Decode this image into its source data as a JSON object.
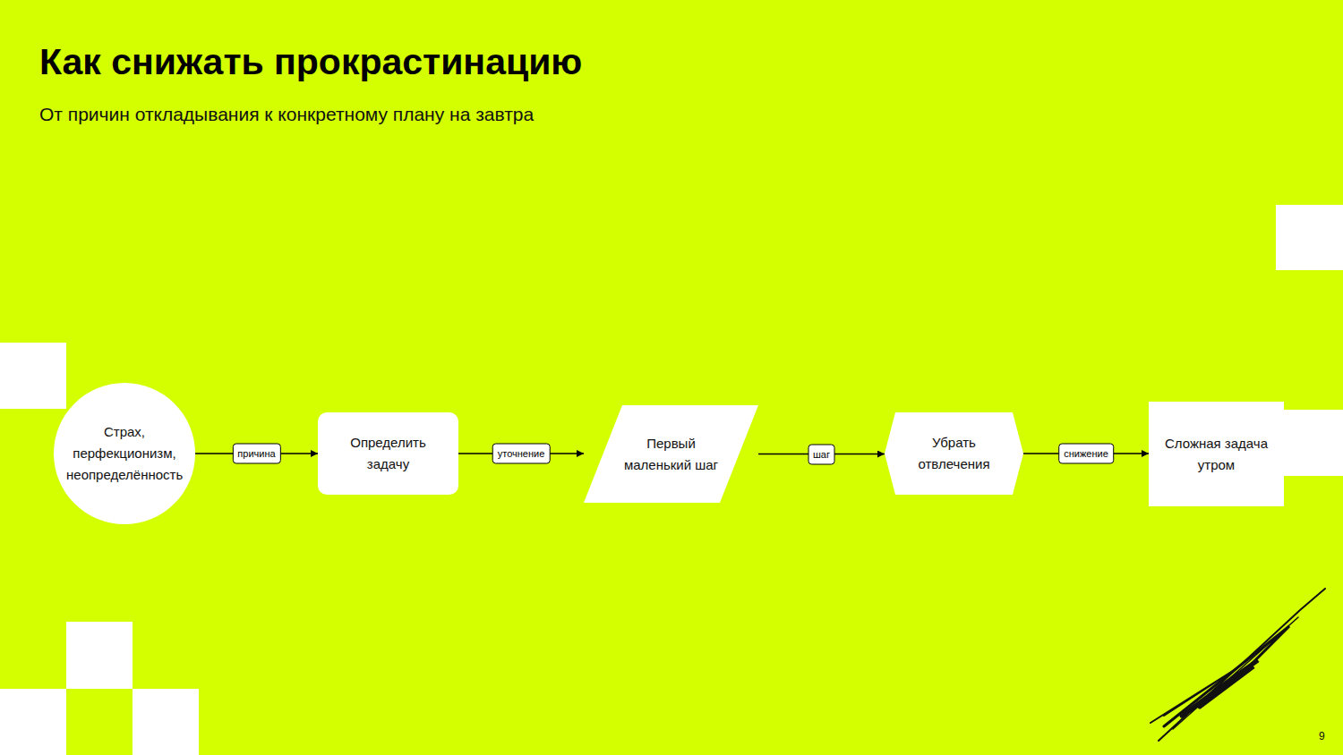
{
  "diagram": {
    "title": "Как снижать прокрастинацию",
    "caption": "От причин откладывания к конкретному плану на завтра",
    "nodes": [
      {
        "text": [
          "Страх, перфекционизм, неопределённость"
        ]
      },
      {
        "text": [
          "Определить задачу"
        ]
      },
      {
        "text": [
          "Первый маленький шаг"
        ]
      },
      {
        "text": [
          "Убрать отвлечения"
        ]
      },
      {
        "text": [
          "Сложная задача утром"
        ]
      }
    ],
    "edges": [
      {
        "from": 0,
        "to": 1,
        "label": "причина",
        "arrow": "to"
      },
      {
        "from": 1,
        "to": 2,
        "label": "уточнение",
        "arrow": "to"
      },
      {
        "from": 2,
        "to": 3,
        "label": "шаг",
        "arrow": "to"
      },
      {
        "from": 3,
        "to": 4,
        "label": "снижение",
        "arrow": "to"
      }
    ],
    "labels": [
      "9"
    ]
  }
}
